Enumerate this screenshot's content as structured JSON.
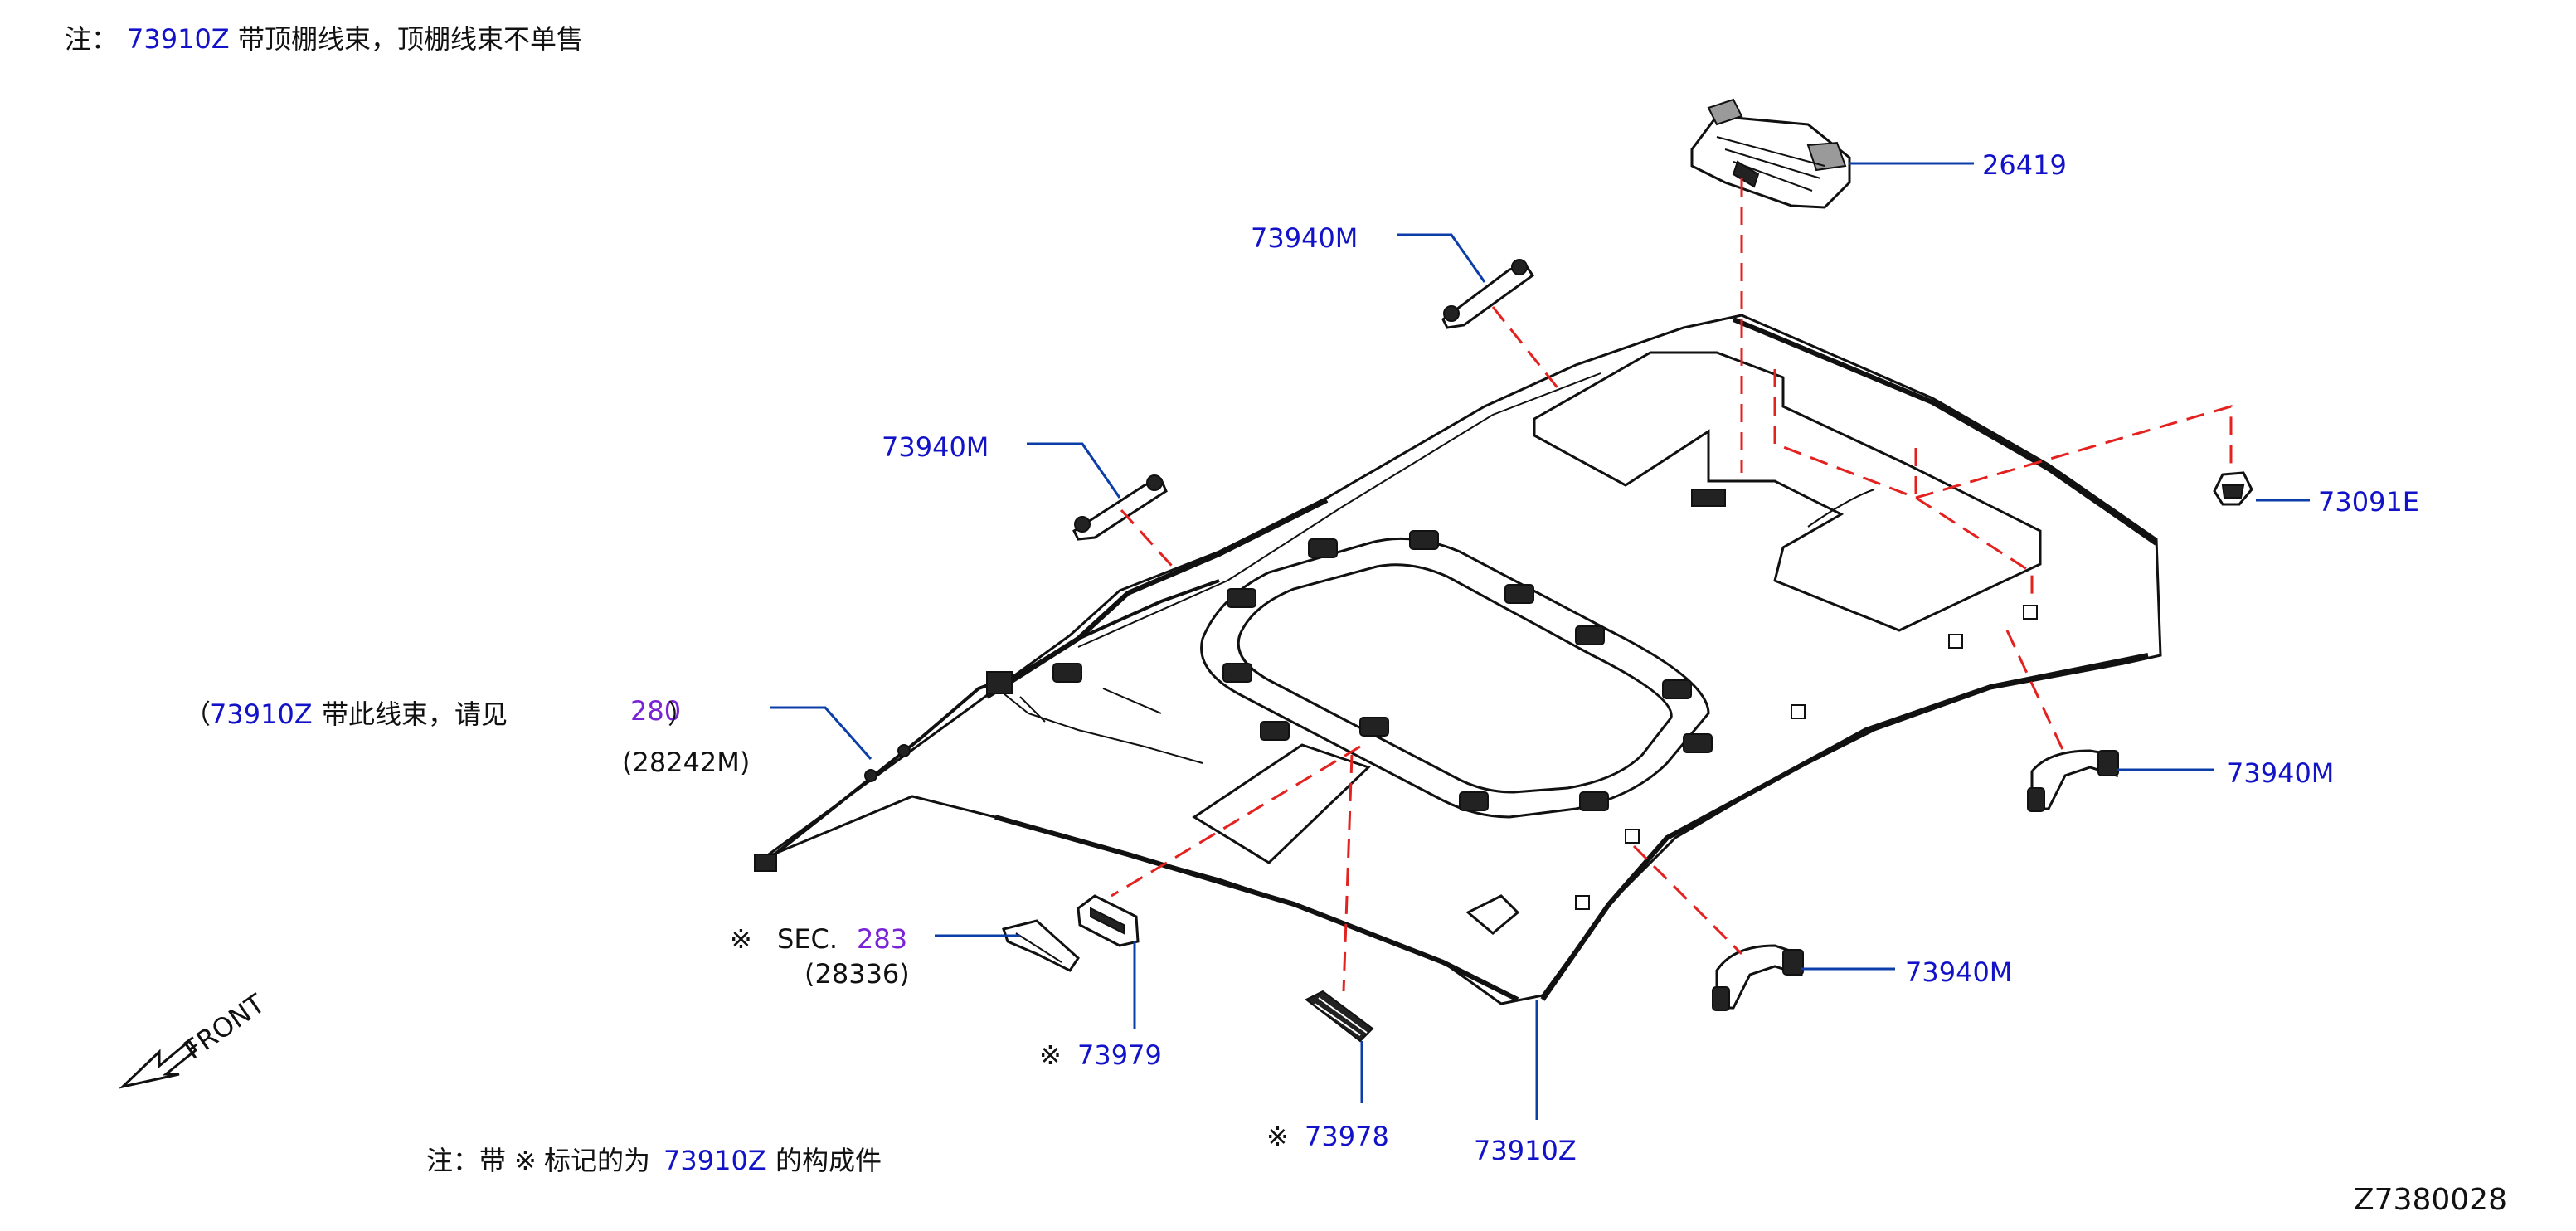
{
  "top_note": {
    "prefix": "注：",
    "part": "73910Z",
    "text": "带顶棚线束，顶棚线束不单售"
  },
  "bottom_note": {
    "prefix": "注：带",
    "mark": "※",
    "middle": "标记的为",
    "part": "73910Z",
    "suffix": "的构成件"
  },
  "harness_note": {
    "open": "（",
    "part": "73910Z",
    "text": "带此线束，请见",
    "ref": "280",
    "close": "）",
    "sub": "(28242M)"
  },
  "sec_ref": {
    "mark": "※",
    "label": "SEC.",
    "num": "283",
    "sub": "(28336)"
  },
  "front_label": "FRONT",
  "diagram_id": "Z7380028",
  "callouts": {
    "c26419": "26419",
    "c73940M_a": "73940M",
    "c73940M_b": "73940M",
    "c73091E": "73091E",
    "c73940M_c": "73940M",
    "c73940M_d": "73940M",
    "c73979": "73979",
    "c73978": "73978",
    "c73910Z": "73910Z"
  },
  "marks": {
    "m73979": "※",
    "m73978": "※"
  },
  "colors": {
    "part_number": "#1212c8",
    "section_ref": "#7a22d6",
    "leader": "#0b3ea8",
    "phantom_line": "#e3211f",
    "text": "#111111"
  }
}
